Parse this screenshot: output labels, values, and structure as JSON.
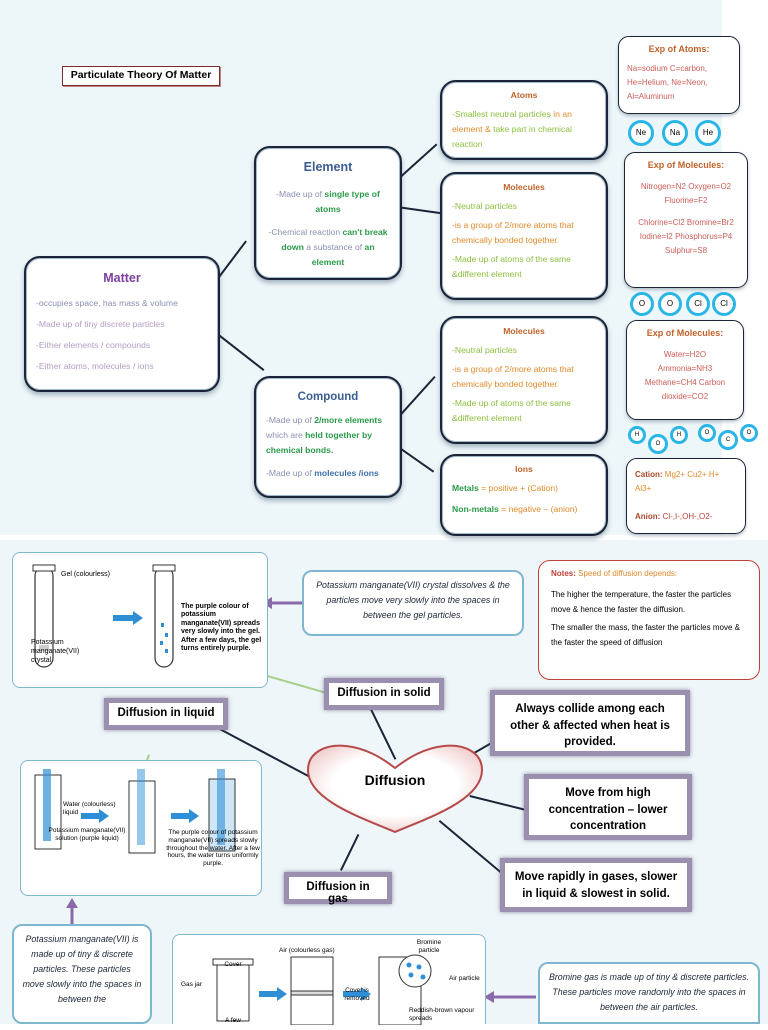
{
  "title": "Particulate Theory Of Matter",
  "matter": {
    "heading": "Matter",
    "l1a": "-occupies space, has mass & volume",
    "l2": "-Made up of tiny discrete particles",
    "l3": "-Either elements / compounds",
    "l4": "-Either atoms, molecules / ions"
  },
  "element": {
    "heading": "Element",
    "p1a": "-Made up of ",
    "p1b": "single type of atoms",
    "p2a": "-Chemical reaction ",
    "p2b": "can't break down",
    "p2c": " a substance of ",
    "p2d": "an element"
  },
  "compound": {
    "heading": "Compound",
    "p1a": "-Made up of ",
    "p1b": "2/more elements",
    "p1c": " which are ",
    "p1d": "held together by chemical bonds.",
    "p2a": "-Made up of ",
    "p2b": "molecules /ions"
  },
  "atoms": {
    "heading": "Atoms",
    "t1": "-Smallest neutral particles",
    "t2": " in an element & ",
    "t3": "take part in chemical reaction"
  },
  "molecules1": {
    "heading": "Molecules",
    "l1": "-Neutral particles",
    "l2": "-is a group of 2/more atoms that chemically bonded together.",
    "l3": "-Made up of atoms of the same &different element"
  },
  "molecules2": {
    "heading": "Molecules",
    "l1": "-Neutral particles",
    "l2": "-is a group of 2/more atoms that chemically bonded together.",
    "l3": "-Made up of atoms of the same &different element"
  },
  "ions": {
    "heading": "Ions",
    "m1": "Metals",
    "m2": " = positive + (Cation)",
    "n1": "Non-metals",
    "n2": " = negative – (anion)"
  },
  "exp_atoms": {
    "heading": "Exp of Atoms:",
    "line1": "Na=sodium C=carbon,",
    "line2": "He=Helium, Ne=Neon,",
    "line3": "Al=Aluminum"
  },
  "atom_circles": [
    "Ne",
    "Na",
    "He"
  ],
  "exp_molecules1": {
    "heading": "Exp of Molecules:",
    "line1": "Nitrogen=N2 Oxygen=O2",
    "line2": "Fluorine=F2",
    "line3": "Chlorine=Cl2 Bromine=Br2",
    "line4": "Iodine=I2 Phosphorus=P4",
    "line5": "Sulphur=S8"
  },
  "molecule_circles": [
    "O",
    "O",
    "Cl",
    "Cl"
  ],
  "exp_molecules2": {
    "heading": "Exp of Molecules:",
    "line1": "Water=H2O",
    "line2": "Ammonia=NH3",
    "line3": "Methane=CH4 Carbon",
    "line4": "dioxide=CO2"
  },
  "compound_circles": [
    "H",
    "O",
    "H",
    "O",
    "C",
    "O"
  ],
  "cation_anion": {
    "cation_label": "Cation:",
    "cation_vals": "Mg2+ Cu2+ H+ Al3+",
    "anion_label": "Anion:",
    "anion_vals": "Cl-,I-,OH-,O2-"
  },
  "diffusion": {
    "center": "Diffusion",
    "solid": "Diffusion in solid",
    "liquid": "Diffusion in liquid",
    "gas": "Diffusion in gas",
    "collide": "Always collide among each other & affected when heat is provided.",
    "move_high": "Move from high concentration – lower concentration",
    "move_rapid": "Move rapidly in gases, slower in liquid & slowest in solid."
  },
  "notes": {
    "label": "Notes:",
    "heading": " Speed of diffusion depends:",
    "p1": "The higher the temperature, the faster the particles move & hence the faster the diffusion.",
    "p2": "The smaller the mass, the faster the particles move & the faster the speed of diffusion"
  },
  "callouts": {
    "solid": "Potassium manganate(VII) crystal dissolves & the particles move very slowly into the spaces in between the gel particles.",
    "liquid": "Potassium manganate(VII) is made up of tiny & discrete particles. These particles move slowly into the spaces in between the",
    "gas": "Bromine gas is made up of tiny & discrete particles. These particles move randomly into the spaces in between the air particles."
  },
  "fig_solid": {
    "gel": "Gel (colourless)",
    "crystal": "Potassium manganate(VII) crystal",
    "caption": "The purple colour of potassium manganate(VII) spreads very slowly into the gel. After a few days, the gel turns entirely purple."
  },
  "fig_liquid": {
    "water": "Water (colourless) liquid",
    "solution": "Potassium manganate(VII) solution (purple liquid)",
    "caption": "The purple colour of potassium manganate(VII) spreads slowly throughout the water. After a few hours, the water turns uniformly purple."
  },
  "fig_gas": {
    "air": "Air (colourless gas)",
    "bromine": "Bromine particle",
    "cover": "Cover",
    "gasjar": "Gas jar",
    "removed": "Cover is removed",
    "airparticle": "Air particle",
    "alow": "A few",
    "reddish": "Reddish-brown vapour spreads"
  }
}
